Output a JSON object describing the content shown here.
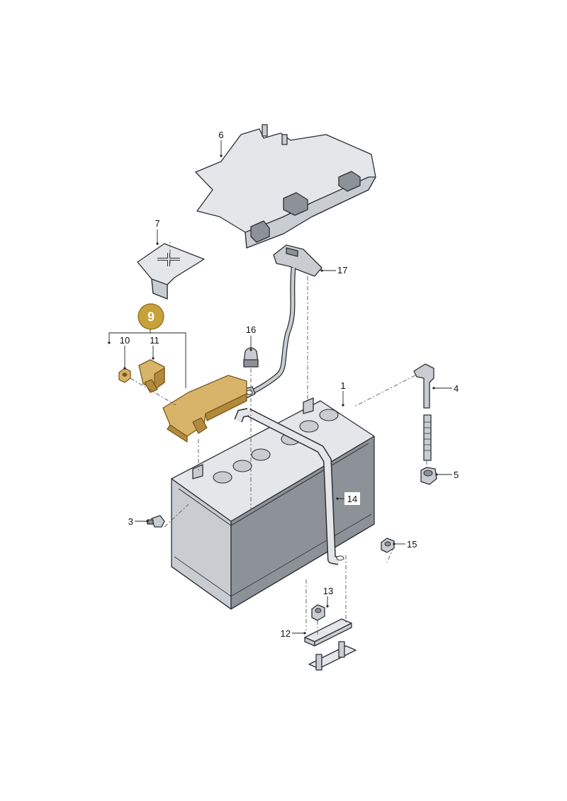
{
  "diagram": {
    "highlight_color": "#d8a940",
    "group_badge": "9",
    "callouts": {
      "c1": "1",
      "c3": "3",
      "c4": "4",
      "c5": "5",
      "c6": "6",
      "c7": "7",
      "c10": "10",
      "c11": "11",
      "c12": "12",
      "c13": "13",
      "c14": "14",
      "c15": "15",
      "c16": "16",
      "c17": "17"
    }
  }
}
